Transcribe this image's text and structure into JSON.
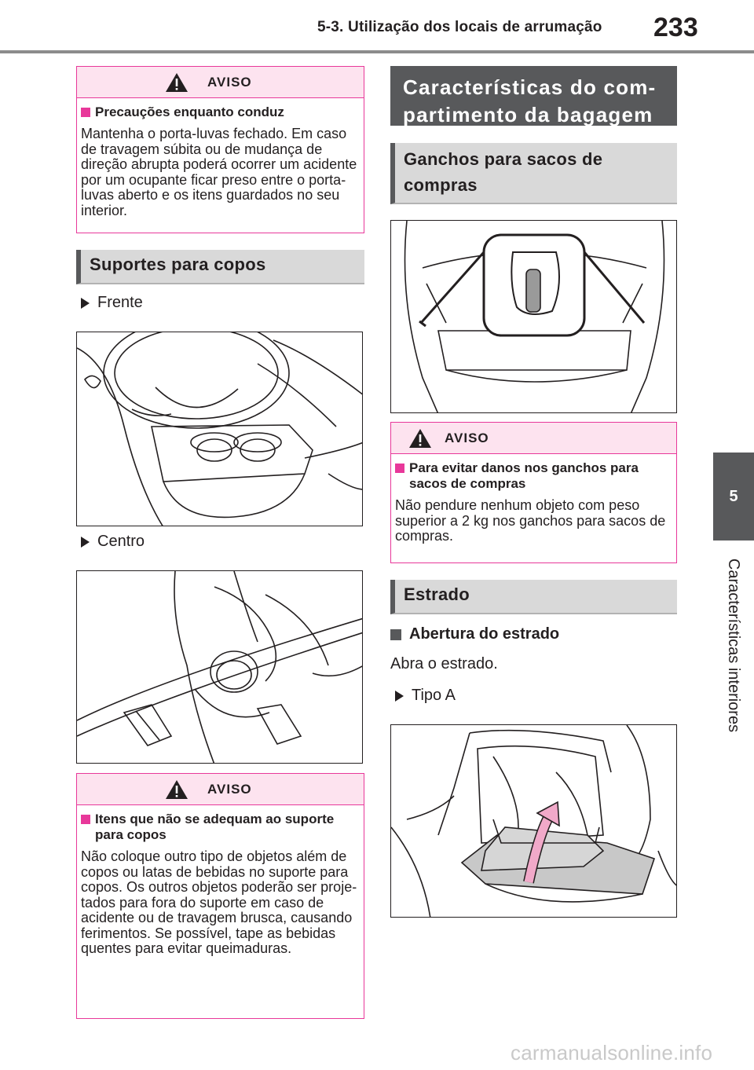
{
  "header": {
    "section": "5-3. Utilização dos locais de arrumação",
    "page_number": "233"
  },
  "side_tab": {
    "chapter": "5",
    "label": "Características interiores"
  },
  "left": {
    "aviso1": {
      "label": "AVISO",
      "subheading": "Precauções enquanto conduz",
      "text": "Mantenha o porta-luvas fechado. Em caso de travagem súbita ou de mudança de direção abrupta poderá ocorrer um acidente por um ocupante ficar preso entre o porta-luvas aberto e os itens guardados no seu interior."
    },
    "section_title": "Suportes para copos",
    "bullet_front": "Frente",
    "bullet_center": "Centro",
    "aviso2": {
      "label": "AVISO",
      "subheading": "Itens que não se adequam ao suporte para copos",
      "text": "Não coloque outro tipo de objetos além de copos ou latas de bebidas no suporte para copos. Os outros objetos poderão ser proje-tados para fora do suporte em caso de acidente ou de travagem brusca, causando ferimentos. Se possível, tape as bebidas quentes para evitar queimaduras."
    }
  },
  "right": {
    "chapter_title": "Características do com-partimento da bagagem",
    "section_title": "Ganchos para sacos de compras",
    "aviso3": {
      "label": "AVISO",
      "subheading": "Para evitar danos nos ganchos para sacos de compras",
      "text": "Não pendure nenhum objeto com peso superior a 2 kg nos ganchos para sacos de compras."
    },
    "section_title2": "Estrado",
    "subheading": "Abertura do estrado",
    "text": "Abra o estrado.",
    "bullet_tipo": "Tipo A"
  },
  "watermark": "carmanualsonline.info",
  "colors": {
    "aviso_border": "#e8389a",
    "aviso_header_bg": "#fde3ef",
    "dark_heading": "#58595b",
    "grey_heading": "#d9d9d9"
  }
}
